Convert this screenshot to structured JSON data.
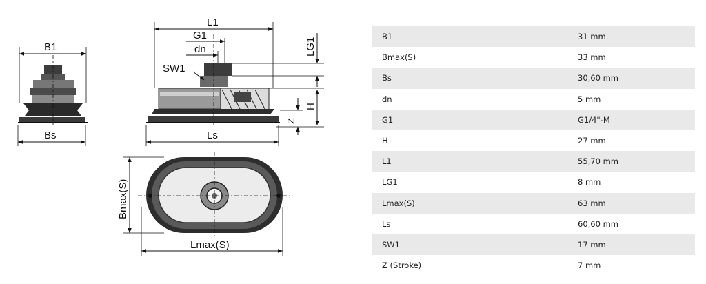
{
  "drawing": {
    "labels": {
      "b1": "B1",
      "bs": "Bs",
      "l1": "L1",
      "g1": "G1",
      "dn": "dn",
      "sw1": "SW1",
      "lg1": "LG1",
      "h": "H",
      "z": "Z",
      "ls": "Ls",
      "bmax": "Bmax(S)",
      "lmax": "Lmax(S)"
    }
  },
  "specs": [
    {
      "name": "B1",
      "value": "31 mm"
    },
    {
      "name": "Bmax(S)",
      "value": "33 mm"
    },
    {
      "name": "Bs",
      "value": "30,60 mm"
    },
    {
      "name": "dn",
      "value": "5 mm"
    },
    {
      "name": "G1",
      "value": "G1/4\"-M"
    },
    {
      "name": "H",
      "value": "27 mm"
    },
    {
      "name": "L1",
      "value": "55,70 mm"
    },
    {
      "name": "LG1",
      "value": "8 mm"
    },
    {
      "name": "Lmax(S)",
      "value": "63 mm"
    },
    {
      "name": "Ls",
      "value": "60,60 mm"
    },
    {
      "name": "SW1",
      "value": "17 mm"
    },
    {
      "name": "Z (Stroke)",
      "value": "7 mm"
    }
  ]
}
